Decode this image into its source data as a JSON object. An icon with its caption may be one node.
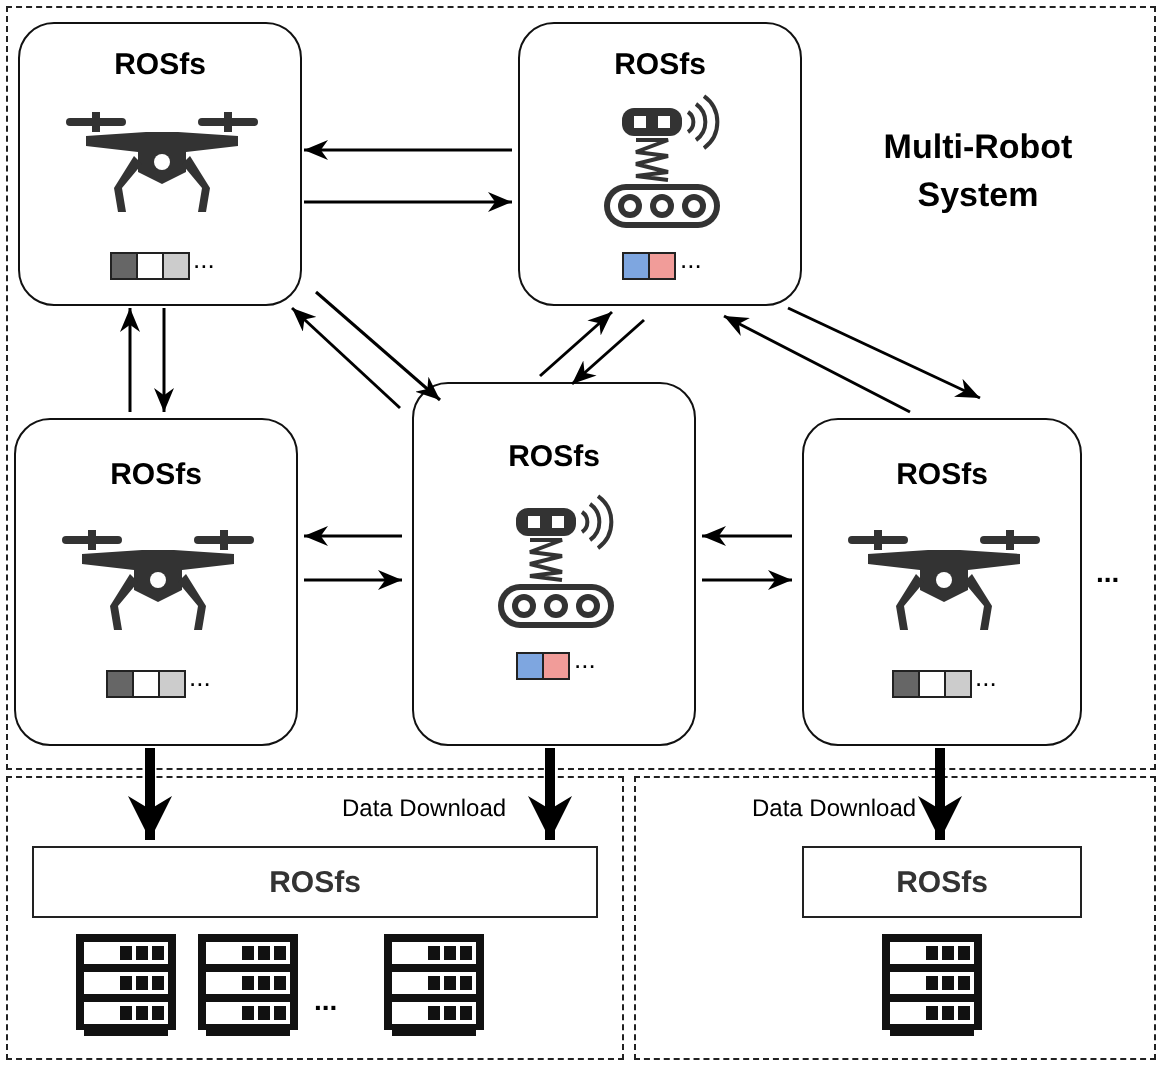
{
  "diagram": {
    "nodes": [
      {
        "text": [
          "Multi-Robot System"
        ]
      },
      {
        "text": [
          "ROSfs",
          "..."
        ],
        "in": 0
      },
      {
        "text": [
          "ROSfs",
          "..."
        ],
        "in": 0
      },
      {
        "text": [
          "ROSfs",
          "..."
        ],
        "in": 0
      },
      {
        "text": [
          "ROSfs",
          "..."
        ],
        "in": 0
      },
      {
        "text": [
          "ROSfs",
          "..."
        ],
        "in": 0
      },
      {
        "text": [
          "Data Download"
        ]
      },
      {
        "text": [
          "ROSfs"
        ],
        "in": 6
      },
      {
        "text": [
          "Data Download"
        ]
      },
      {
        "text": [
          "ROSfs"
        ],
        "in": 8
      }
    ],
    "edges": [
      {
        "from": 2,
        "to": 1,
        "arrow": "to"
      },
      {
        "from": 1,
        "to": 2,
        "arrow": "to"
      },
      {
        "from": 3,
        "to": 1,
        "arrow": "to"
      },
      {
        "from": 1,
        "to": 3,
        "arrow": "to"
      },
      {
        "from": 4,
        "to": 1,
        "arrow": "to"
      },
      {
        "from": 1,
        "to": 4,
        "arrow": "to"
      },
      {
        "from": 4,
        "to": 2,
        "arrow": "to"
      },
      {
        "from": 2,
        "to": 4,
        "arrow": "to"
      },
      {
        "from": 5,
        "to": 2,
        "arrow": "to"
      },
      {
        "from": 2,
        "to": 5,
        "arrow": "to"
      },
      {
        "from": 4,
        "to": 3,
        "arrow": "to"
      },
      {
        "from": 3,
        "to": 4,
        "arrow": "to"
      },
      {
        "from": 5,
        "to": 4,
        "arrow": "to"
      },
      {
        "from": 4,
        "to": 5,
        "arrow": "to"
      },
      {
        "from": 3,
        "to": 7,
        "arrow": "to",
        "style": "thick"
      },
      {
        "from": 4,
        "to": 7,
        "arrow": "to",
        "style": "thick"
      },
      {
        "from": 5,
        "to": 9,
        "arrow": "to",
        "style": "thick"
      }
    ],
    "labels": [
      "...",
      "..."
    ]
  }
}
